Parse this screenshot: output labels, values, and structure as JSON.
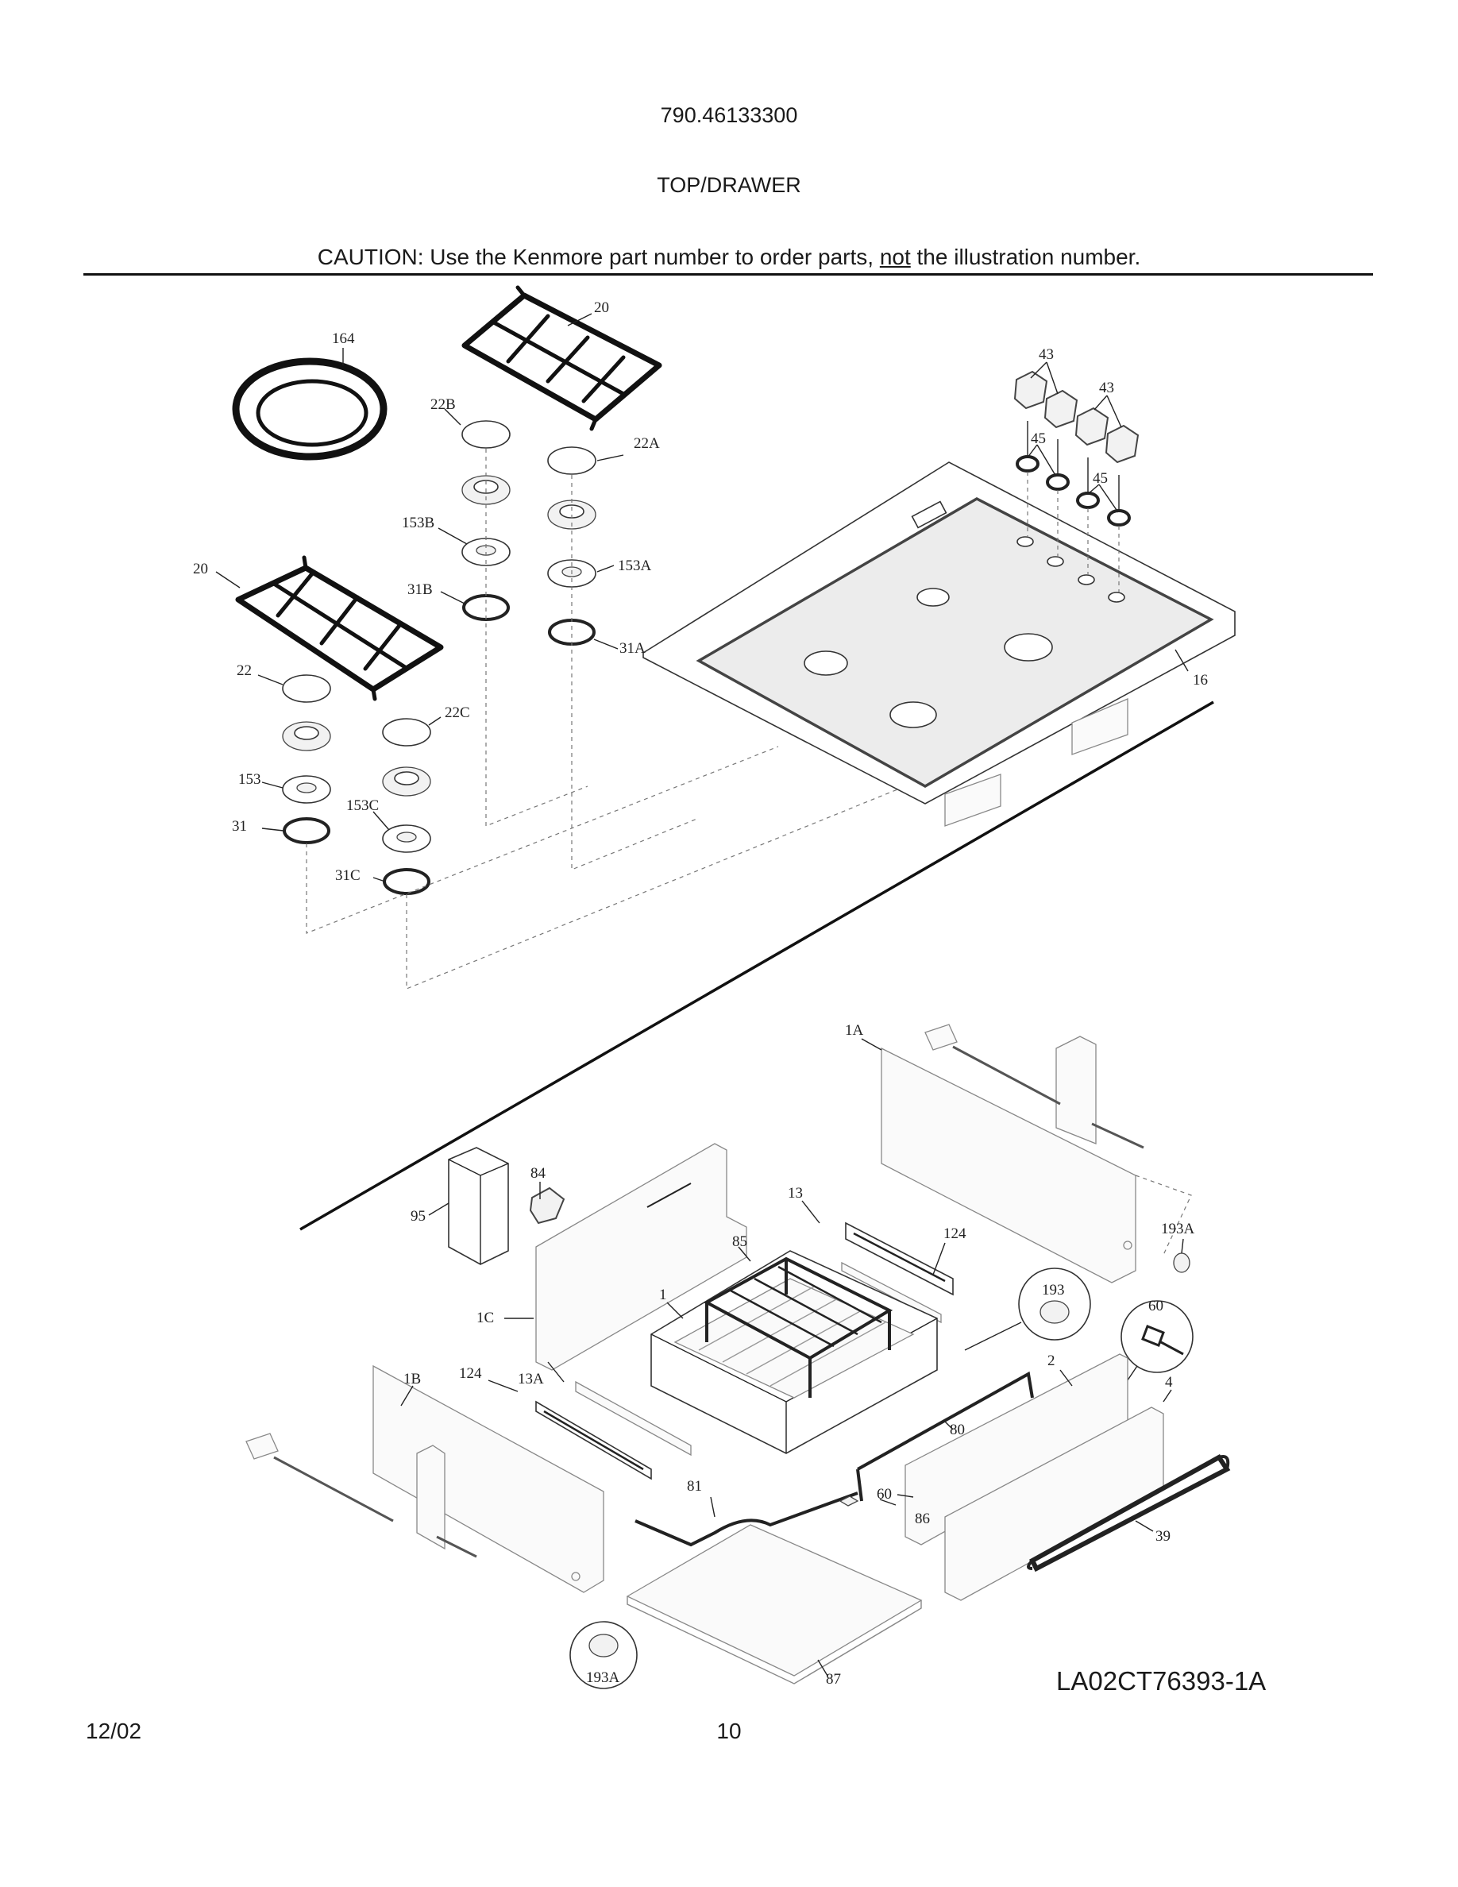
{
  "header": {
    "model_number": "790.46133300",
    "section_title": "TOP/DRAWER",
    "caution_prefix": "CAUTION: Use the Kenmore part number to order parts, ",
    "caution_emphasis": "not",
    "caution_suffix": " the illustration number."
  },
  "footer": {
    "date": "12/02",
    "page_number": "10",
    "drawing_code": "LA02CT76393-1A"
  },
  "callouts": {
    "c164": "164",
    "c20a": "20",
    "c20b": "20",
    "c22b": "22B",
    "c22a": "22A",
    "c153b": "153B",
    "c153a": "153A",
    "c31b": "31B",
    "c31a": "31A",
    "c22": "22",
    "c22c": "22C",
    "c153": "153",
    "c153c": "153C",
    "c31": "31",
    "c31c": "31C",
    "c43a": "43",
    "c43b": "43",
    "c45a": "45",
    "c45b": "45",
    "c16": "16",
    "c1a": "1A",
    "c84": "84",
    "c95": "95",
    "c13": "13",
    "c124a": "124",
    "c85": "85",
    "c193a_top": "193A",
    "c1": "1",
    "c1c": "1C",
    "c193": "193",
    "c60a": "60",
    "c1b": "1B",
    "c13a": "13A",
    "c124b": "124",
    "c2": "2",
    "c4": "4",
    "c80": "80",
    "c81": "81",
    "c60b": "60",
    "c86": "86",
    "c39": "39",
    "c193a_bot": "193A",
    "c87": "87"
  }
}
